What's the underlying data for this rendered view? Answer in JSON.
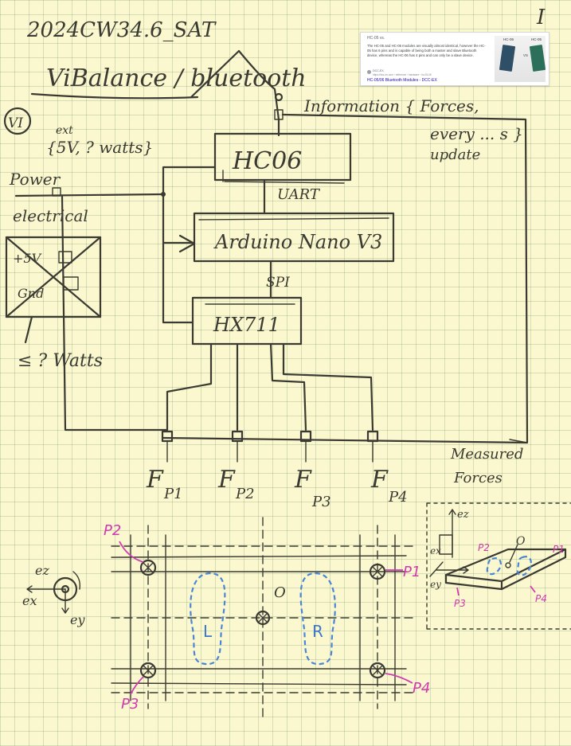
{
  "page": {
    "page_number": "I",
    "date_title": "2024CW34.6_SAT",
    "project": "ViBalance / bluetooth",
    "circle_label": "VI"
  },
  "search_card": {
    "query": "HC-05 vs.",
    "snippet": "The HC-05 and HC-06 modules are visually almost identical, however the HC-05 has 6 pins and is capable of being both a master and slave Bluetooth device, whereas the HC-06 has 4 pins and can only be a slave device.",
    "source": "DCC-EX",
    "url": "https://dcc-ex.com › reference › hardware › hc-05-06",
    "link": "HC-05/06 Bluetooth Modules - DCC-EX",
    "image_label_left": "HC-06",
    "image_label_right": "HC-05",
    "image_vs": "VS"
  },
  "notes": {
    "information_line1": "Information { Forces,",
    "information_line2": "every ... s }",
    "information_line3": "update",
    "power_line1": "ext",
    "power_line2": "{5V, ? watts}",
    "power_label": "Power",
    "electrical_label": "electrical",
    "battery_5v": "+5V",
    "battery_gnd": "Gnd",
    "watts_note": "≤ ? Watts",
    "measured_forces_line1": "Measured",
    "measured_forces_line2": "Forces"
  },
  "blocks": {
    "bluetooth_module": "HC06",
    "uart": "UART",
    "microcontroller": "Arduino Nano V3",
    "spi": "SPI",
    "adc": "HX711"
  },
  "force_sensors": [
    {
      "label": "F",
      "sub": "P1"
    },
    {
      "label": "F",
      "sub": "P2"
    },
    {
      "label": "F",
      "sub": "P3"
    },
    {
      "label": "F",
      "sub": "P4"
    }
  ],
  "platform": {
    "points": [
      "P2",
      "P1",
      "P3",
      "P4"
    ],
    "origin": "O",
    "foot_left": "L",
    "foot_right": "R",
    "axes": [
      "ez",
      "ex",
      "ey"
    ]
  },
  "perspective": {
    "axis_z": "ez",
    "axis_x": "ex",
    "axis_y": "ey",
    "origin": "O",
    "points": [
      "P1",
      "P2",
      "P3",
      "P4"
    ]
  },
  "colors": {
    "ink": "#3a3a32",
    "paper": "#fbf8cf",
    "annotation_magenta": "#d23ab0",
    "foot_blue": "#4a86d6"
  }
}
